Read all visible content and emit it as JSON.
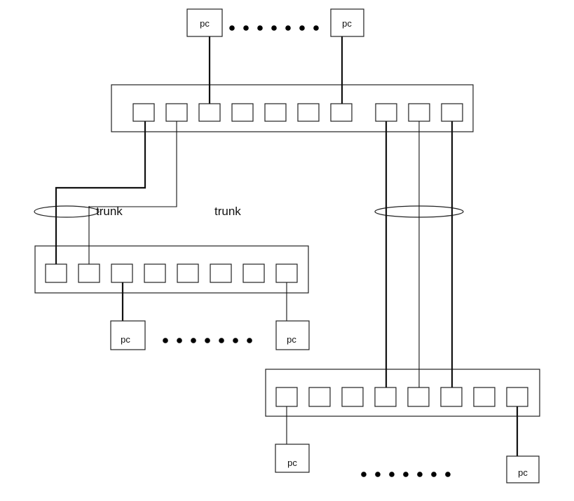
{
  "labels": {
    "pc": "pc",
    "trunk_left": "trunk",
    "trunk_right": "trunk"
  }
}
